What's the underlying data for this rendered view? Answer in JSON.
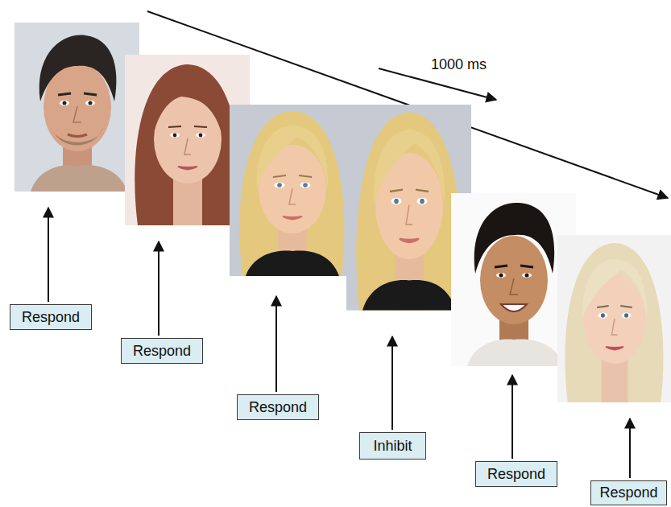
{
  "diagram": {
    "nodes": [
      {
        "text": [
          "Respond"
        ]
      },
      {
        "text": [
          "Respond"
        ]
      },
      {
        "text": [
          "Respond"
        ]
      },
      {
        "text": [
          "Inhibit"
        ]
      },
      {
        "text": [
          "Respond"
        ]
      },
      {
        "text": [
          "Respond"
        ]
      }
    ],
    "labels": [
      "1000 ms"
    ]
  }
}
